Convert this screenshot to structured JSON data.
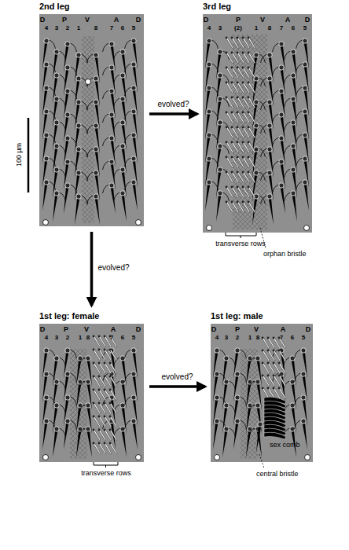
{
  "diagram": {
    "nodes": [
      {
        "text": [
          "2nd leg"
        ]
      },
      {
        "text": [
          "3rd leg"
        ]
      },
      {
        "text": [
          "1st leg: female"
        ]
      },
      {
        "text": [
          "1st leg: male"
        ]
      }
    ],
    "edges": [
      {
        "from": 0,
        "to": 1,
        "label": "evolved?",
        "arrow": "to"
      },
      {
        "from": 0,
        "to": 2,
        "label": "evolved?",
        "arrow": "to"
      },
      {
        "from": 2,
        "to": 3,
        "label": "evolved?",
        "arrow": "to"
      }
    ],
    "labels": [
      "D",
      "P",
      "V",
      "A",
      "D",
      "4",
      "3",
      "2",
      "1",
      "8",
      "7",
      "6",
      "5",
      "D",
      "P",
      "V",
      "A",
      "D",
      "4",
      "3",
      "(2)",
      "1",
      "8",
      "7",
      "6",
      "5",
      "D",
      "P",
      "V",
      "A",
      "D",
      "4",
      "3",
      "2",
      "1",
      "8",
      "7",
      "6",
      "5",
      "D",
      "P",
      "V",
      "A",
      "D",
      "4",
      "3",
      "2",
      "1",
      "8",
      "7",
      "6",
      "5",
      "100 µm",
      "transverse rows",
      "orphan bristle",
      "transverse rows",
      "sex comb",
      "central bristle"
    ]
  }
}
